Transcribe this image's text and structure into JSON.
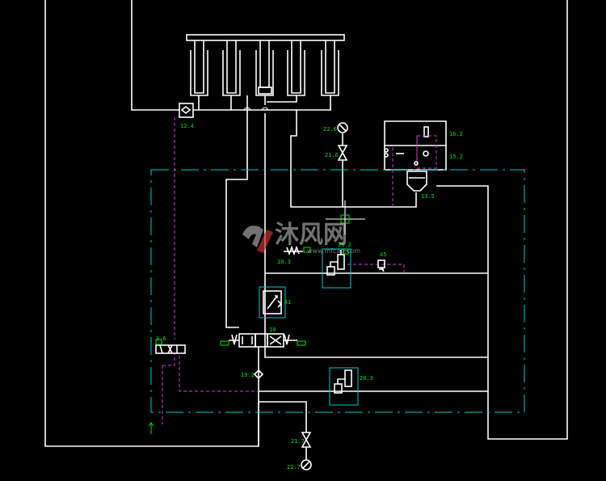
{
  "colors": {
    "background": "#000000",
    "pipe": "#ffffff",
    "frame": "#00c8c8",
    "pilot_line": "#d040d0",
    "label": "#00e000",
    "watermark": "#d0d0d0"
  },
  "labels": {
    "l_12_4": "12.4",
    "l_22_6": "22.6",
    "l_21_6": "21.6",
    "l_16_2": "16.2",
    "l_15_2": "15.2",
    "l_13_5": "13.5",
    "l_20_2": "20.2",
    "l_10_3": "10.3",
    "l_45": "45",
    "l_41": "41",
    "l_3_6": "3.6",
    "l_10": "10",
    "l_19_2": "19.2",
    "l_20_3": "20.3",
    "l_21_7": "21.7",
    "l_22_7": "22.7"
  },
  "watermark": {
    "text": "沐风网",
    "url": "www.mfcad.com"
  },
  "icons": [
    "mfcad-logo-icon",
    "pressure-gauge-icon",
    "shutoff-valve-icon",
    "check-valve-icon",
    "directional-valve-icon",
    "flow-control-valve-icon",
    "relief-valve-icon",
    "filter-icon"
  ]
}
